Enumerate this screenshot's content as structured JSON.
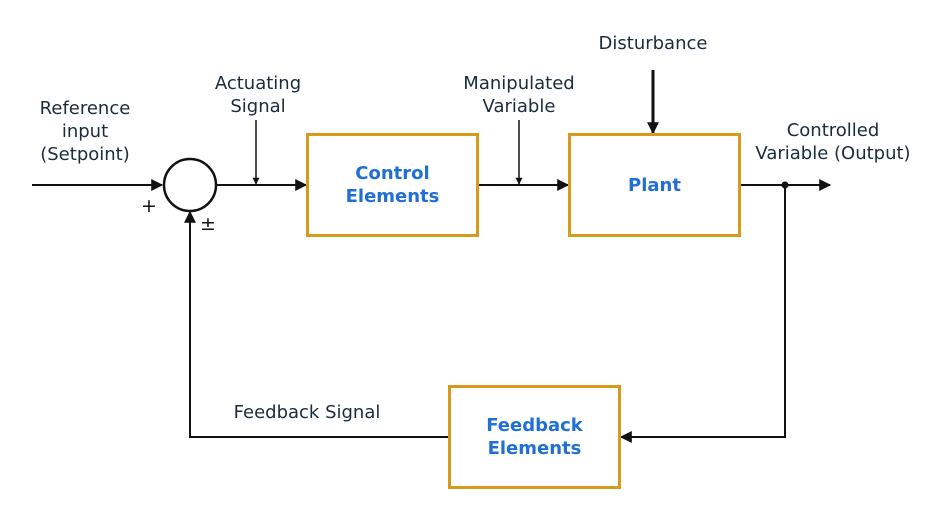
{
  "colors": {
    "block_border": "#d99a1c",
    "block_text": "#1f6fd6",
    "label_text": "#1a2b3c",
    "line": "#111111"
  },
  "labels": {
    "reference_input_line1": "Reference",
    "reference_input_line2": "input",
    "reference_input_line3": "(Setpoint)",
    "actuating_signal_line1": "Actuating",
    "actuating_signal_line2": "Signal",
    "manipulated_variable_line1": "Manipulated",
    "manipulated_variable_line2": "Variable",
    "disturbance": "Disturbance",
    "controlled_variable_line1": "Controlled",
    "controlled_variable_line2": "Variable (Output)",
    "feedback_signal": "Feedback Signal"
  },
  "blocks": {
    "control_elements_line1": "Control",
    "control_elements_line2": "Elements",
    "plant": "Plant",
    "feedback_elements_line1": "Feedback",
    "feedback_elements_line2": "Elements"
  },
  "summing_junction": {
    "reference_sign": "+",
    "feedback_sign": "±"
  }
}
